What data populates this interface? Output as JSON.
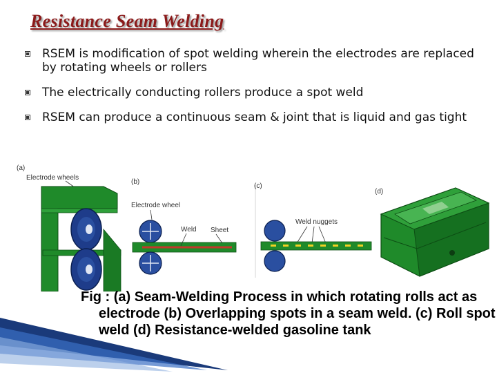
{
  "slide": {
    "title": "Resistance Seam Welding",
    "bullets": [
      {
        "text": "RSEM is modification of spot welding wherein the electrodes are replaced by rotating  wheels or rollers"
      },
      {
        "text": "The electrically conducting rollers produce  a spot weld"
      },
      {
        "text": "RSEM can produce a continuous seam & joint that is liquid and gas tight"
      }
    ],
    "bullet_icon": "square-bullet-icon"
  },
  "figure": {
    "panel_a": {
      "tag": "(a)",
      "label": "Electrode  wheels"
    },
    "panel_b": {
      "tag": "(b)",
      "electrode_label": "Electrode  wheel",
      "weld_label": "Weld",
      "sheet_label": "Sheet"
    },
    "panel_c": {
      "tag": "(c)",
      "nuggets_label": "Weld  nuggets"
    },
    "panel_d": {
      "tag": "(d)"
    },
    "caption": "Fig : (a) Seam-Welding Process in which rotating rolls act as electrode (b) Overlapping spots in a seam weld. (c) Roll spot weld (d) Resistance-welded gasoline tank"
  },
  "colors": {
    "title": "#8b1a1a",
    "green": "#1f8a2a",
    "wheel_blue": "#2a4fa0",
    "weld_red": "#c0392b",
    "swoosh": "#1a3a7a"
  }
}
